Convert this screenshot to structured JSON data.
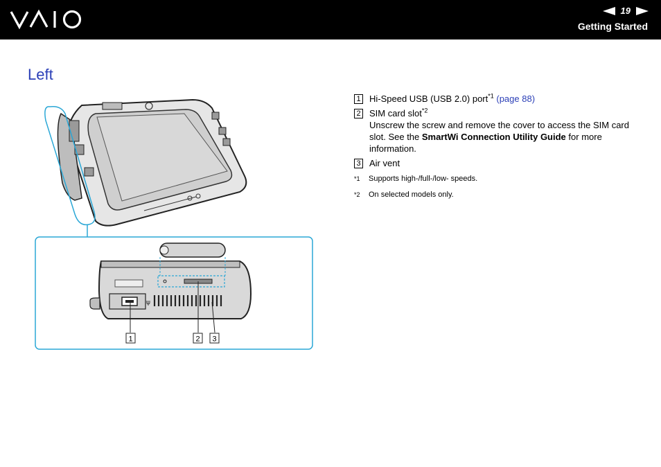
{
  "header": {
    "logo_text": "VAIO",
    "page_number": "19",
    "section": "Getting Started"
  },
  "title": "Left",
  "items": [
    {
      "num": "1",
      "text": "Hi-Speed USB (USB 2.0) port",
      "sup": "*1",
      "link": "(page 88)"
    },
    {
      "num": "2",
      "text": "SIM card slot",
      "sup": "*2",
      "desc_before": "Unscrew the screw and remove the cover to access the SIM card slot. See the ",
      "desc_bold": "SmartWi Connection Utility Guide",
      "desc_after": " for more information."
    },
    {
      "num": "3",
      "text": "Air vent"
    }
  ],
  "notes": [
    {
      "mark": "*1",
      "text": "Supports high-/full-/low- speeds."
    },
    {
      "mark": "*2",
      "text": "On selected models only."
    }
  ],
  "callouts": [
    "1",
    "2",
    "3"
  ],
  "colors": {
    "accent": "#2b3fb7",
    "callout_line": "#2aa7d6"
  }
}
